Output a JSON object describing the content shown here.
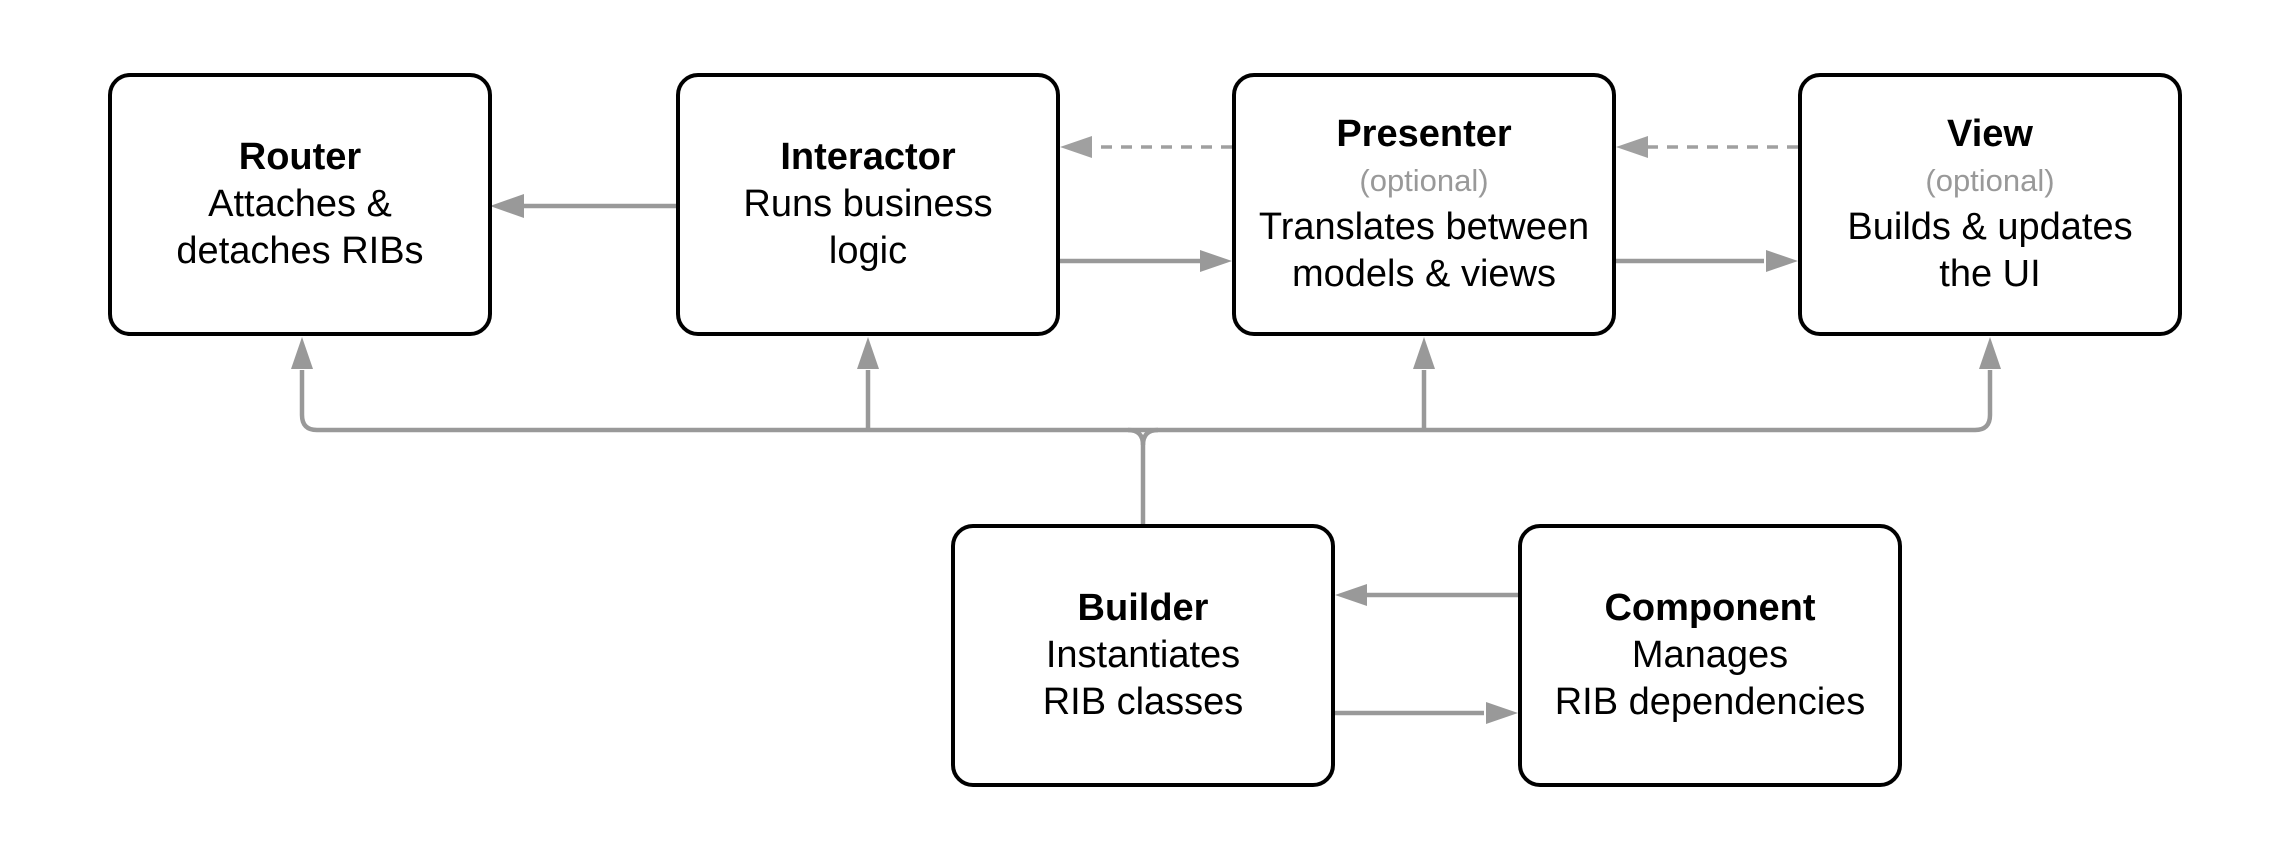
{
  "diagram_type": "architecture-flowchart",
  "nodes": {
    "router": {
      "title": "Router",
      "lines": [
        "Attaches &",
        "detaches RIBs"
      ]
    },
    "interactor": {
      "title": "Interactor",
      "lines": [
        "Runs business",
        "logic"
      ]
    },
    "presenter": {
      "title": "Presenter",
      "optional_tag": "(optional)",
      "lines": [
        "Translates between",
        "models & views"
      ]
    },
    "view": {
      "title": "View",
      "optional_tag": "(optional)",
      "lines": [
        "Builds & updates",
        "the UI"
      ]
    },
    "builder": {
      "title": "Builder",
      "lines": [
        "Instantiates",
        "RIB classes"
      ]
    },
    "component": {
      "title": "Component",
      "lines": [
        "Manages",
        "RIB dependencies"
      ]
    }
  },
  "edges": [
    {
      "from": "interactor",
      "to": "router",
      "style": "solid"
    },
    {
      "from": "presenter",
      "to": "interactor",
      "style": "dashed"
    },
    {
      "from": "interactor",
      "to": "presenter",
      "style": "solid"
    },
    {
      "from": "view",
      "to": "presenter",
      "style": "dashed"
    },
    {
      "from": "presenter",
      "to": "view",
      "style": "solid"
    },
    {
      "from": "component",
      "to": "builder",
      "style": "solid"
    },
    {
      "from": "builder",
      "to": "component",
      "style": "solid"
    },
    {
      "from": "builder",
      "to": "router",
      "style": "solid"
    },
    {
      "from": "builder",
      "to": "interactor",
      "style": "solid"
    },
    {
      "from": "builder",
      "to": "presenter",
      "style": "solid"
    },
    {
      "from": "builder",
      "to": "view",
      "style": "solid"
    }
  ],
  "colors": {
    "background": "#ffffff",
    "node_fill": "#ffffff",
    "node_border": "#000000",
    "text": "#000000",
    "muted_text": "#999999",
    "edge_solid": "#999999",
    "edge_dashed": "#a0a0a0"
  }
}
